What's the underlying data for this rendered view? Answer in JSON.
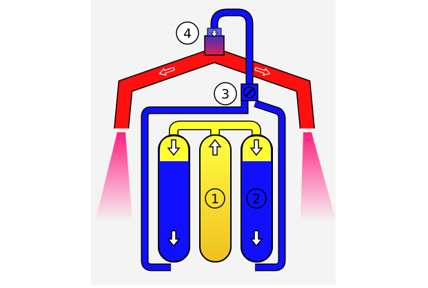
{
  "colors": {
    "panel": "#f4f4f4",
    "pipe_outline": "#000000",
    "hot_gas": "#ff1010",
    "hot_gas_dark": "#cc0000",
    "cold_water": "#1010ff",
    "liquid": "#ffff30",
    "liquid_gradient_low": "#f0c020",
    "valve_mix": "#6040a0",
    "flame": "#ff2080",
    "arrow_fill": "#ffffff"
  },
  "labels": {
    "tank_1": "1",
    "tank_2": "2",
    "valve_3": "3",
    "heater_4": "4"
  },
  "icons": {
    "flow_arrow": "outlined-arrow-icon",
    "heater": "heat-exchanger-icon",
    "valve": "butterfly-valve-icon"
  }
}
